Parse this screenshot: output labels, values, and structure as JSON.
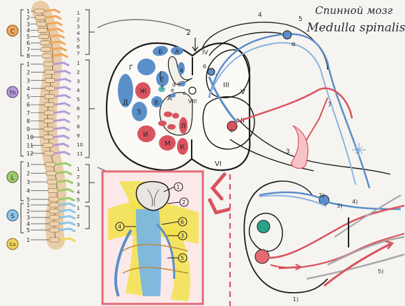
{
  "title": {
    "line1": "Спинной мозг",
    "line2": "Medulla spinalis"
  },
  "colors": {
    "sensory_blue": "#5b8fc9",
    "motor_red": "#d9535f",
    "cervical_orange": "#f2a65a",
    "thoracic_purple": "#b89ad8",
    "lumbar_green": "#9ccb6a",
    "sacral_blue": "#8ec5e6",
    "coccygeal_yellow": "#f2d35a",
    "inset_pink": "#e56a75",
    "inset_yellow": "#f2e24a"
  },
  "spine": {
    "segments": [
      {
        "label": "C",
        "color": "#f2a65a",
        "numbers": [
          "1",
          "2",
          "3",
          "4",
          "5",
          "6",
          "7",
          "8"
        ]
      },
      {
        "label": "Th",
        "color": "#b89ad8",
        "numbers": [
          "1",
          "2",
          "3",
          "4",
          "5",
          "6",
          "7",
          "8",
          "9",
          "10",
          "11",
          "12"
        ]
      },
      {
        "label": "L",
        "color": "#9ccb6a",
        "numbers": [
          "1",
          "2",
          "3",
          "4",
          "5"
        ]
      },
      {
        "label": "S",
        "color": "#8ec5e6",
        "numbers": [
          "1",
          "2",
          "3",
          "4",
          "5"
        ]
      },
      {
        "label": "Co",
        "color": "#f2d35a",
        "numbers": [
          "1"
        ]
      }
    ],
    "right_numbers": {
      "cervical": [
        "1",
        "2",
        "3",
        "4",
        "5",
        "6",
        "7"
      ],
      "thoracic": [
        "1",
        "2",
        "3",
        "4",
        "5",
        "6",
        "7",
        "8",
        "9",
        "10",
        "11"
      ],
      "lumbar": [
        "1",
        "2",
        "3",
        "4",
        "5"
      ],
      "sacral": [
        "1",
        "2",
        "3"
      ]
    }
  },
  "cord_labels": {
    "top_arrow": "2",
    "roman": [
      "I",
      "II",
      "III",
      "IV",
      "V",
      "VI",
      "VIII"
    ],
    "tract_letters": [
      "А",
      "Б",
      "В",
      "Г",
      "Д",
      "Е",
      "Ж",
      "З",
      "И",
      "К",
      "Л",
      "М",
      "a",
      "b",
      "c",
      "d",
      "e",
      "f",
      "б",
      "в",
      "с"
    ],
    "numbers": [
      "1",
      "3",
      "4",
      "5",
      "6",
      "7",
      "8"
    ],
    "small": [
      "c",
      "α"
    ]
  },
  "reflex_labels": [
    "1)",
    "2)",
    "3)",
    "4)",
    "5)"
  ],
  "inset_labels": [
    "1",
    "2",
    "3",
    "4",
    "5",
    "6"
  ]
}
